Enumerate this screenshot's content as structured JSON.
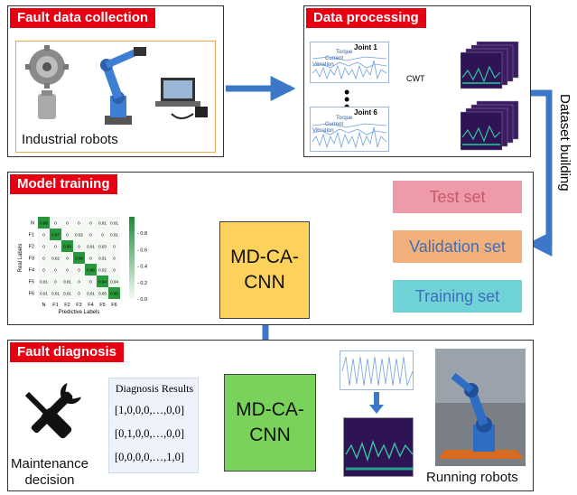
{
  "panels": {
    "collection": {
      "title": "Fault data collection",
      "robots_label": "Industrial robots"
    },
    "processing": {
      "title": "Data processing",
      "joint_first": "Joint 1",
      "joint_last": "Joint 6",
      "signal_labels": [
        "Torque",
        "Current",
        "Vibration"
      ],
      "cwt_label": "CWT"
    },
    "training": {
      "title": "Model training",
      "sets": {
        "test": "Test set",
        "validation": "Validation set",
        "training": "Training set"
      },
      "model_label": "MD-CA-\nCNN",
      "side_label": "Dataset building"
    },
    "diagnosis": {
      "title": "Fault diagnosis",
      "model_label": "MD-CA-\nCNN",
      "results_title": "Diagnosis Results",
      "results": [
        "[1,0,0,0,…,0,0]",
        "[0,1,0,0,…,0,0]",
        "[0,0,0,0,…,1,0]"
      ],
      "maintenance_label": "Maintenance\ndecision",
      "running_label": "Running robots"
    }
  },
  "confusion_matrix": {
    "row_labels": [
      "N",
      "F1",
      "F2",
      "F3",
      "F4",
      "F5",
      "F6"
    ],
    "col_labels": [
      "N",
      "F1",
      "F2",
      "F3",
      "F4",
      "F5",
      "F6"
    ],
    "values": [
      [
        "0.98",
        "0",
        "0",
        "0",
        "0",
        "0.01",
        "0.01"
      ],
      [
        "0",
        "0.97",
        "0",
        "0.02",
        "0",
        "0",
        "0.01"
      ],
      [
        "0",
        "0",
        "0.98",
        "0",
        "0.01",
        "0.03",
        "0"
      ],
      [
        "0",
        "0.02",
        "0",
        "0.98",
        "0",
        "0.01",
        "0"
      ],
      [
        "0",
        "0",
        "0",
        "0",
        "0.96",
        "0.02",
        "0"
      ],
      [
        "0.01",
        "0",
        "0.01",
        "0",
        "0",
        "0.94",
        "0.04"
      ],
      [
        "0.01",
        "0.01",
        "0.01",
        "0",
        "0.01",
        "0.05",
        "0.95"
      ]
    ],
    "x_axis_label": "Predictive Labels",
    "y_axis_label": "Real Labels",
    "colorbar_ticks": [
      "0.8",
      "0.6",
      "0.4",
      "0.2",
      "0.0"
    ]
  },
  "colors": {
    "title_bg": "#e60012",
    "arrow": "#3d78c8",
    "test_set": "#ee9aa8",
    "validation_set": "#f3b07a",
    "training_set": "#6fd3d7",
    "model_training_cnn": "#fdd25c",
    "diagnosis_cnn": "#79d35a",
    "collection_border": "#f0a850"
  }
}
